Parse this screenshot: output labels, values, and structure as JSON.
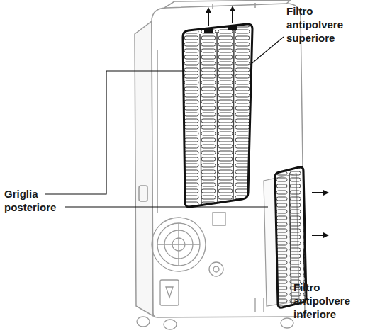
{
  "diagram": {
    "labels": [
      "Filtro antipolvere superiore",
      "Griglia posteriore",
      "Filtro antipolvere inferiore"
    ]
  }
}
